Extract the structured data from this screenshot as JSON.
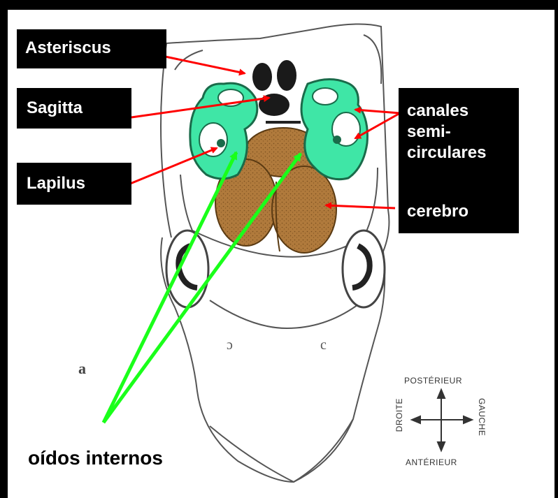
{
  "labels": {
    "asteriscus": "Asteriscus",
    "sagitta": "Sagitta",
    "lapilus": "Lapilus",
    "canales_line1": "canales",
    "canales_line2": "semi-",
    "canales_line3": "circulares",
    "cerebro": "cerebro",
    "oidos": "oídos internos"
  },
  "compass": {
    "top": "POSTÉRIEUR",
    "bottom": "ANTÉRIEUR",
    "left": "DROITE",
    "right": "GAUCHE"
  },
  "figure_letter": "a",
  "colors": {
    "background": "#000000",
    "canvas": "#ffffff",
    "ear": "#3fe6a6",
    "brain": "#b07a3c",
    "otolith": "#1a1a1a",
    "red_arrow": "#ff0000",
    "green_arrow": "#1aff1a"
  }
}
